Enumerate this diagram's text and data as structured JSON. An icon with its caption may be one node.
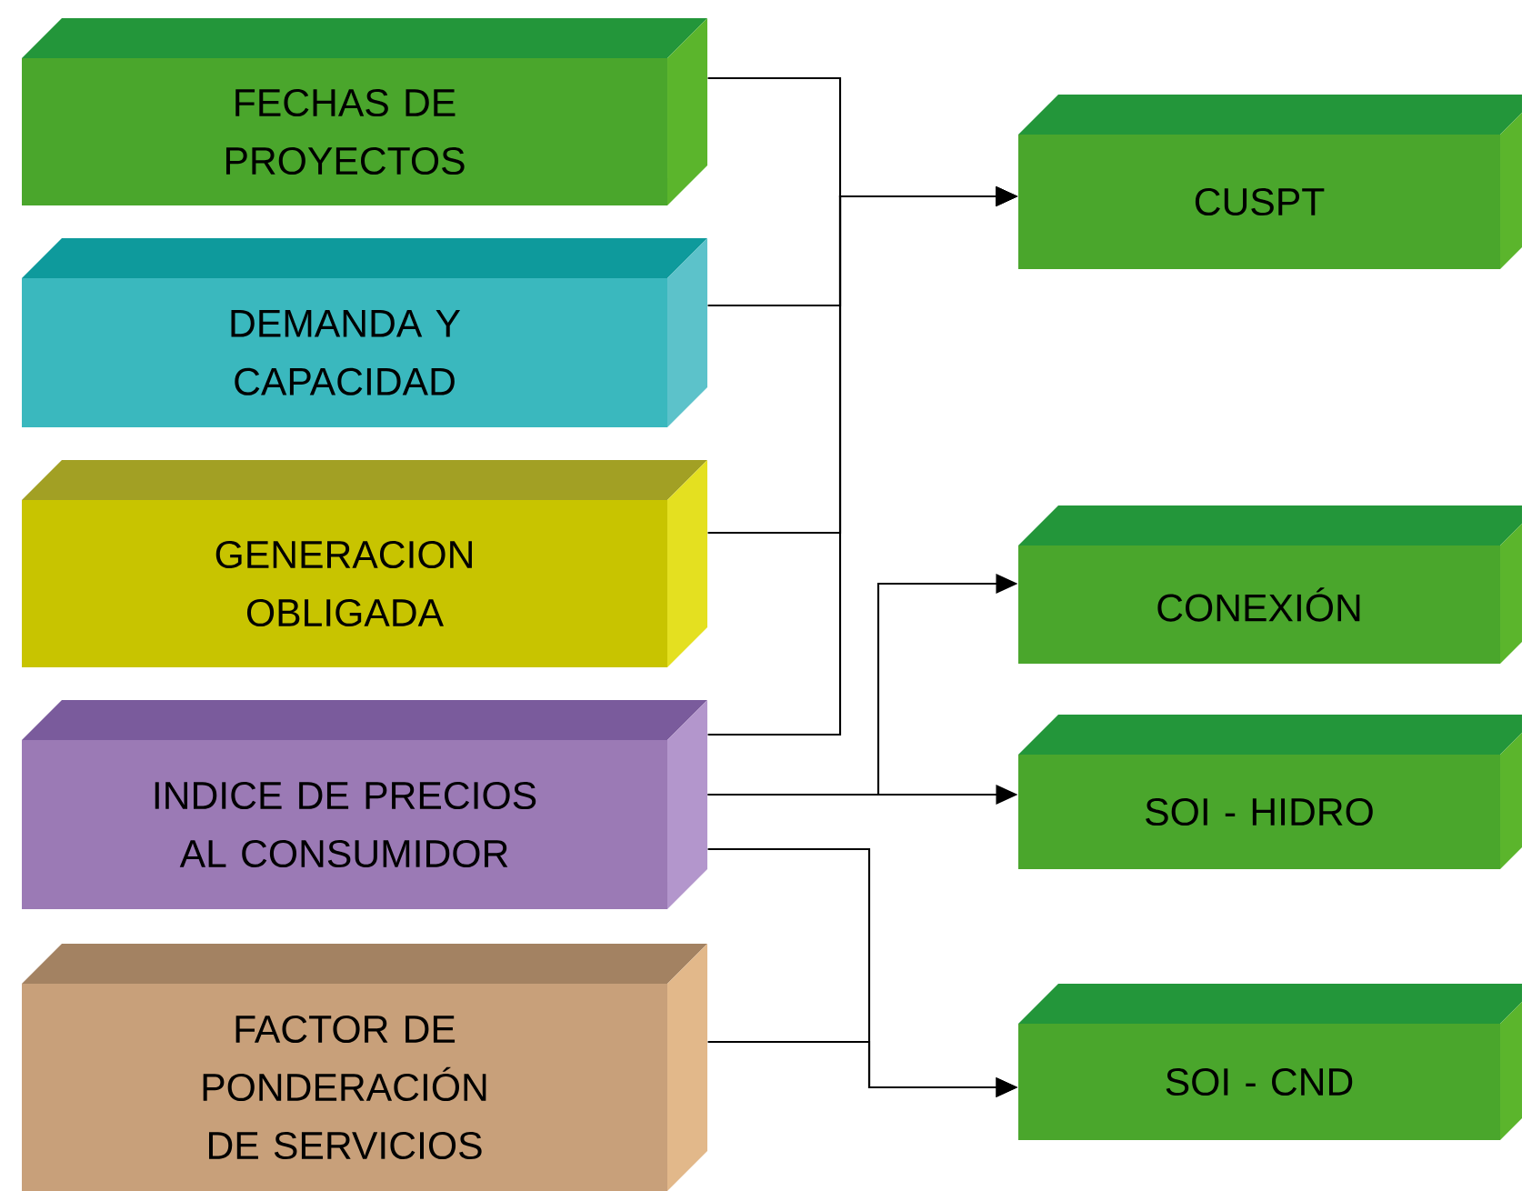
{
  "diagram": {
    "nodes": [
      {
        "text": [
          "FECHAS DE PROYECTOS"
        ]
      },
      {
        "text": [
          "DEMANDA Y CAPACIDAD"
        ]
      },
      {
        "text": [
          "GENERACION OBLIGADA"
        ]
      },
      {
        "text": [
          "INDICE DE PRECIOS AL CONSUMIDOR"
        ]
      },
      {
        "text": [
          "FACTOR DE PONDERACIÓN DE SERVICIOS"
        ]
      },
      {
        "text": [
          "CUSPT"
        ]
      },
      {
        "text": [
          "CONEXIÓN"
        ]
      },
      {
        "text": [
          "SOI - HIDRO"
        ]
      },
      {
        "text": [
          "SOI - CND"
        ]
      }
    ],
    "edges": [
      {
        "from": 0,
        "to": 5,
        "arrow": "to"
      },
      {
        "from": 1,
        "to": 5,
        "arrow": "to"
      },
      {
        "from": 2,
        "to": 5,
        "arrow": "to"
      },
      {
        "from": 3,
        "to": 5,
        "arrow": "to"
      },
      {
        "from": 3,
        "to": 6,
        "arrow": "to"
      },
      {
        "from": 3,
        "to": 7,
        "arrow": "to"
      },
      {
        "from": 3,
        "to": 8,
        "arrow": "to"
      },
      {
        "from": 4,
        "to": 8,
        "arrow": "to"
      }
    ]
  }
}
